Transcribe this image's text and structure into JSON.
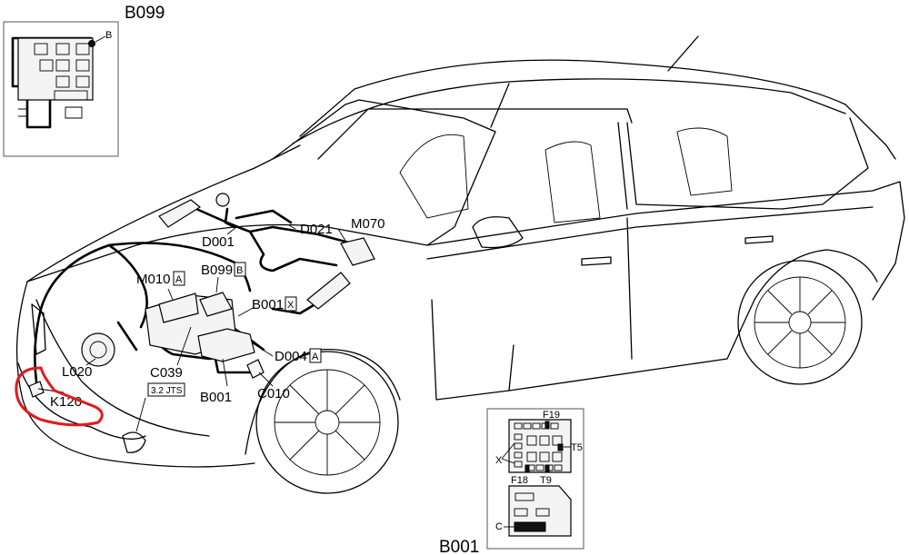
{
  "inset_relay": {
    "title": "B099",
    "pointer_label": "B"
  },
  "inset_fusebox": {
    "title": "B001",
    "fuse_labels": [
      "F19",
      "F18",
      "T9",
      "T5"
    ],
    "side_labels": [
      "X",
      "C"
    ]
  },
  "components": [
    "M070",
    "D021",
    "D001",
    "M010",
    "B099",
    "B001",
    "D004",
    "L020",
    "C039",
    "C010",
    "K120",
    "B001"
  ],
  "component_suffixes": [
    "A",
    "B",
    "X",
    "A"
  ],
  "engine_badge": "3.2 JTS",
  "highlight": {
    "target": "K120",
    "color": "#e3191b"
  }
}
